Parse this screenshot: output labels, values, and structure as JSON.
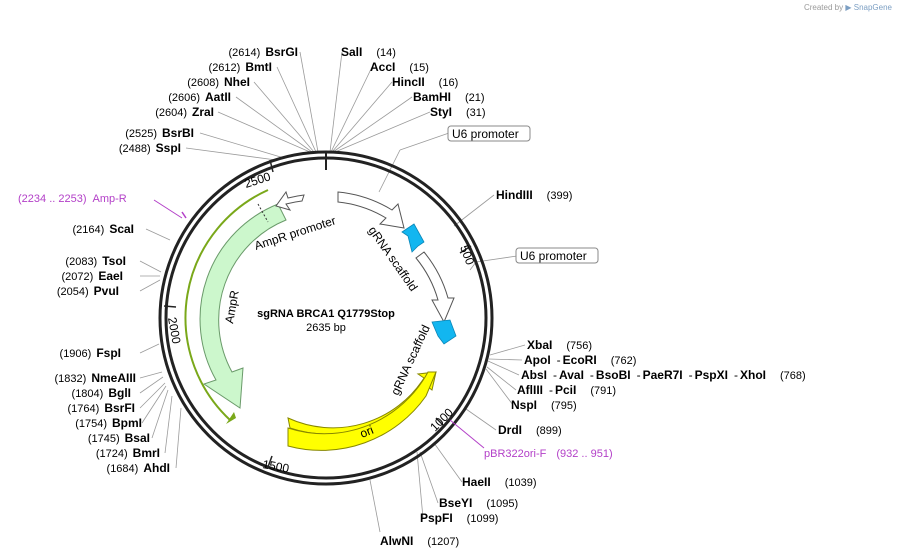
{
  "credit": {
    "prefix": "Created by",
    "brand": "SnapGene"
  },
  "plasmid": {
    "name": "sgRNA BRCA1 Q1779Stop",
    "size": "2635 bp"
  },
  "ticks": [
    "500",
    "1000",
    "1500",
    "2000",
    "2500"
  ],
  "features": {
    "ampr_promoter": "AmpR promoter",
    "ampr": "AmpR",
    "grna_scaffold_1": "gRNA scaffold",
    "grna_scaffold_2": "gRNA scaffold",
    "ori": "ori"
  },
  "u6_labels": [
    "U6 promoter",
    "U6 promoter"
  ],
  "primers": [
    {
      "range": "(2234 .. 2253)",
      "name": "Amp-R"
    },
    {
      "name": "pBR322ori-F",
      "range": "(932 .. 951)"
    }
  ],
  "sites_left": [
    {
      "pos": "(2614)",
      "name": "BsrGI"
    },
    {
      "pos": "(2612)",
      "name": "BmtI"
    },
    {
      "pos": "(2608)",
      "name": "NheI"
    },
    {
      "pos": "(2606)",
      "name": "AatII"
    },
    {
      "pos": "(2604)",
      "name": "ZraI"
    },
    {
      "pos": "(2525)",
      "name": "BsrBI"
    },
    {
      "pos": "(2488)",
      "name": "SspI"
    },
    {
      "pos": "(2164)",
      "name": "ScaI"
    },
    {
      "pos": "(2083)",
      "name": "TsoI"
    },
    {
      "pos": "(2072)",
      "name": "EaeI"
    },
    {
      "pos": "(2054)",
      "name": "PvuI"
    },
    {
      "pos": "(1906)",
      "name": "FspI"
    },
    {
      "pos": "(1832)",
      "name": "NmeAIII"
    },
    {
      "pos": "(1804)",
      "name": "BglI"
    },
    {
      "pos": "(1764)",
      "name": "BsrFI"
    },
    {
      "pos": "(1754)",
      "name": "BpmI"
    },
    {
      "pos": "(1745)",
      "name": "BsaI"
    },
    {
      "pos": "(1724)",
      "name": "BmrI"
    },
    {
      "pos": "(1684)",
      "name": "AhdI"
    }
  ],
  "sites_right": [
    {
      "name": "SalI",
      "pos": "(14)"
    },
    {
      "name": "AccI",
      "pos": "(15)"
    },
    {
      "name": "HincII",
      "pos": "(16)"
    },
    {
      "name": "BamHI",
      "pos": "(21)"
    },
    {
      "name": "StyI",
      "pos": "(31)"
    },
    {
      "name": "HindIII",
      "pos": "(399)"
    },
    {
      "name": "XbaI",
      "pos": "(756)"
    },
    {
      "name": "DrdI",
      "pos": "(899)"
    },
    {
      "name": "HaeII",
      "pos": "(1039)"
    },
    {
      "name": "BseYI",
      "pos": "(1095)"
    },
    {
      "name": "PspFI",
      "pos": "(1099)"
    },
    {
      "name": "AlwNI",
      "pos": "(1207)"
    }
  ],
  "site_groups": {
    "apoi": [
      "ApoI",
      "-",
      "EcoRI",
      "(762)"
    ],
    "absi": [
      "AbsI",
      "-",
      "AvaI",
      "-",
      "BsoBI",
      "-",
      "PaeR7I",
      "-",
      "PspXI",
      "-",
      "XhoI",
      "(768)"
    ],
    "afliii": [
      "AflIII",
      "-",
      "PciI",
      "(791)"
    ],
    "nspi": [
      "NspI",
      "(795)"
    ]
  },
  "colors": {
    "backbone": "#222222",
    "ampr_fill": "#ccf7cc",
    "ampr_stroke": "#6a9a6a",
    "primer_line": "#7aa81a",
    "ori_fill": "#ffff00",
    "grna_arrow": "#12b6f0",
    "primer_text": "#b340c8"
  }
}
